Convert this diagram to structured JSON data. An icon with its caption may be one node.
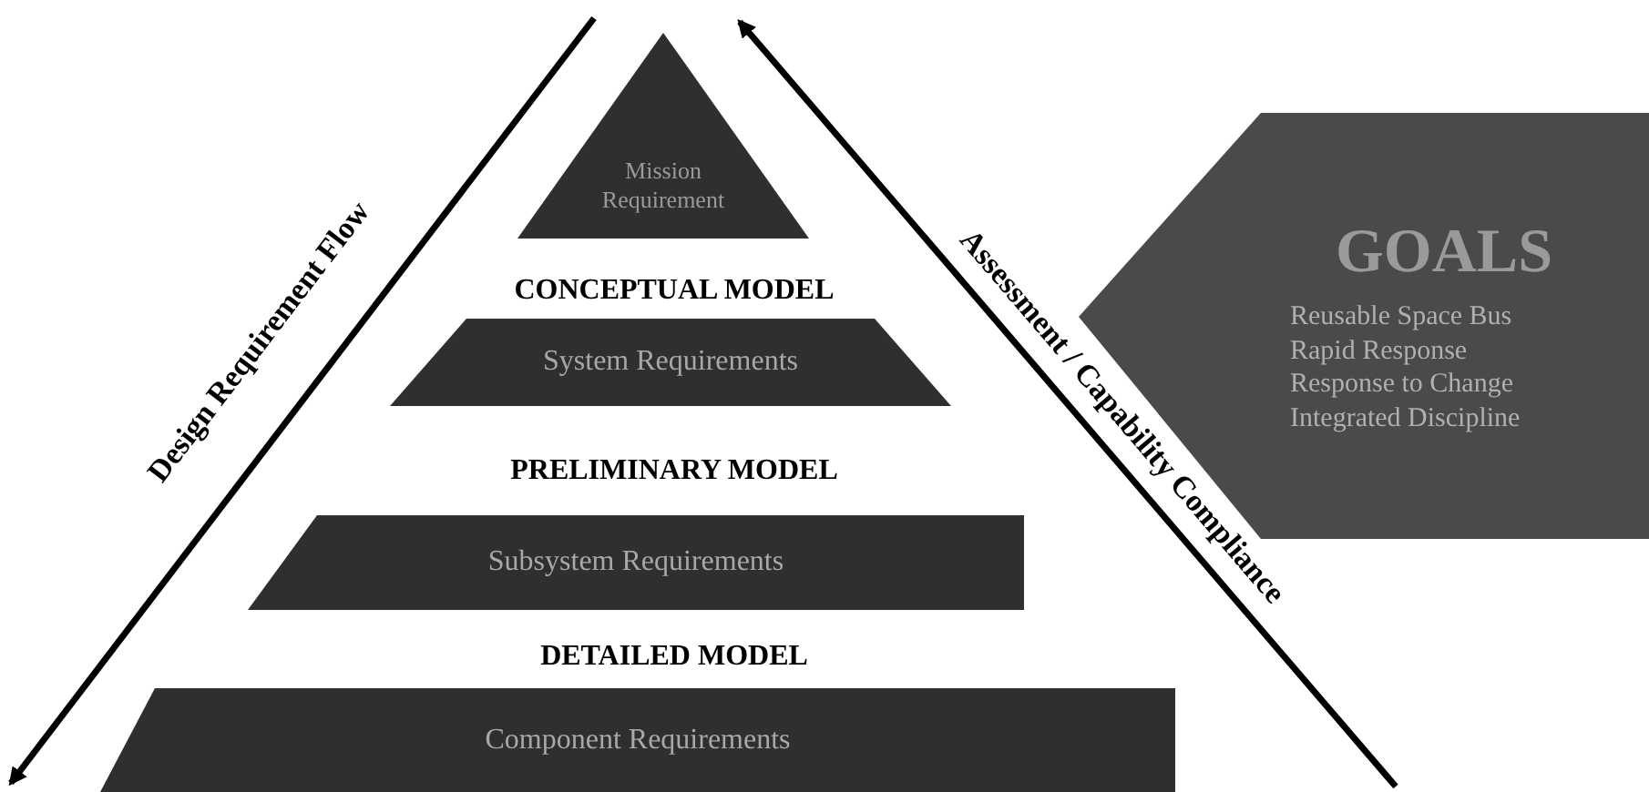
{
  "diagram": {
    "nodes": [
      {
        "text": [
          "Mission Requirement"
        ]
      },
      {
        "text": [
          "System Requirements"
        ]
      },
      {
        "text": [
          "Subsystem Requirements"
        ]
      },
      {
        "text": [
          "Component Requirements"
        ]
      },
      {
        "text": [
          "GOALS",
          "Reusable Space Bus",
          "Rapid Response",
          "Response to Change",
          "Integrated Discipline"
        ]
      }
    ],
    "edges": [],
    "labels": [
      "Design Requirement Flow",
      "Assessment / Capability Compliance",
      "CONCEPTUAL MODEL",
      "PRELIMINARY MODEL",
      "DETAILED MODEL"
    ]
  }
}
